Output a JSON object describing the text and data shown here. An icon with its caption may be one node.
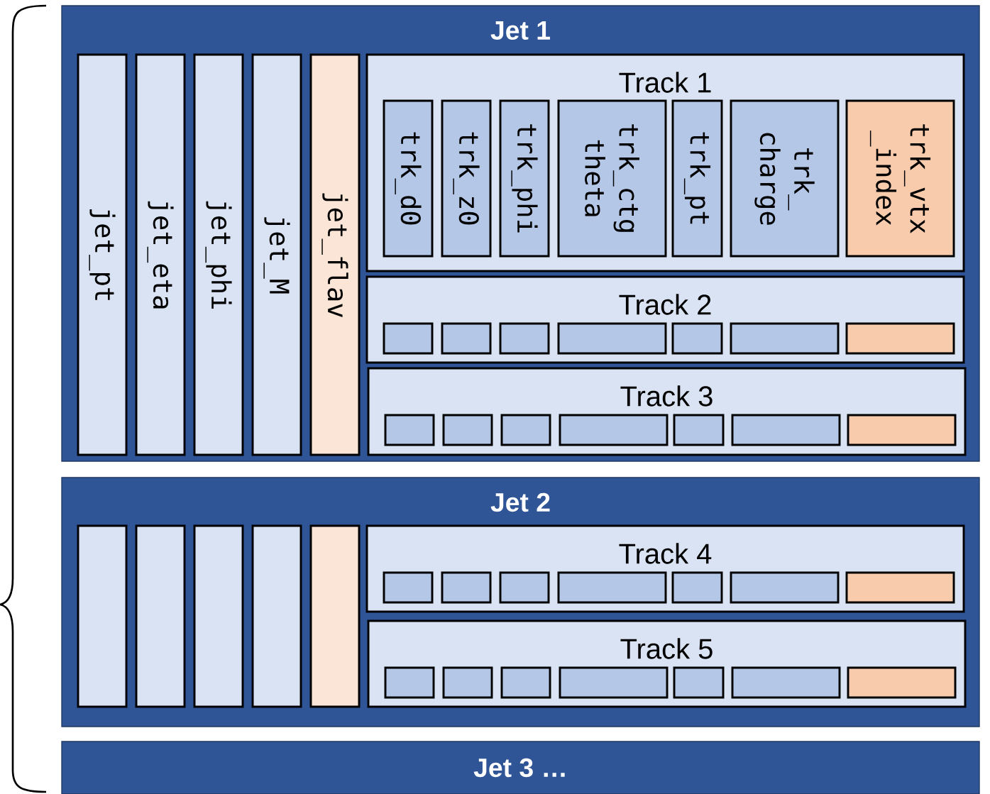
{
  "diagram": {
    "nodes": [
      {
        "text": [
          "Jet 1"
        ]
      },
      {
        "text": [
          "jet_pt"
        ],
        "in": 0
      },
      {
        "text": [
          "jet_eta"
        ],
        "in": 0
      },
      {
        "text": [
          "jet_phi"
        ],
        "in": 0
      },
      {
        "text": [
          "jet_M"
        ],
        "in": 0
      },
      {
        "text": [
          "jet_flav"
        ],
        "in": 0
      },
      {
        "text": [
          "Track 1"
        ],
        "in": 0
      },
      {
        "text": [
          "trk_d0"
        ],
        "in": 6
      },
      {
        "text": [
          "trk_z0"
        ],
        "in": 6
      },
      {
        "text": [
          "trk_phi"
        ],
        "in": 6
      },
      {
        "text": [
          "trk_ctg theta"
        ],
        "in": 6
      },
      {
        "text": [
          "trk_pt"
        ],
        "in": 6
      },
      {
        "text": [
          "trk_ charge"
        ],
        "in": 6
      },
      {
        "text": [
          "trk_vtx _index"
        ],
        "in": 6
      },
      {
        "text": [
          "Track 2"
        ],
        "in": 0
      },
      {
        "text": [],
        "shape": "box",
        "in": 14
      },
      {
        "text": [],
        "shape": "box",
        "in": 14
      },
      {
        "text": [],
        "shape": "box",
        "in": 14
      },
      {
        "text": [],
        "shape": "box",
        "in": 14
      },
      {
        "text": [],
        "shape": "box",
        "in": 14
      },
      {
        "text": [],
        "shape": "box",
        "in": 14
      },
      {
        "text": [],
        "shape": "box",
        "in": 14
      },
      {
        "text": [
          "Track 3"
        ],
        "in": 0
      },
      {
        "text": [],
        "shape": "box",
        "in": 22
      },
      {
        "text": [],
        "shape": "box",
        "in": 22
      },
      {
        "text": [],
        "shape": "box",
        "in": 22
      },
      {
        "text": [],
        "shape": "box",
        "in": 22
      },
      {
        "text": [],
        "shape": "box",
        "in": 22
      },
      {
        "text": [],
        "shape": "box",
        "in": 22
      },
      {
        "text": [],
        "shape": "box",
        "in": 22
      },
      {
        "text": [
          "Jet 2"
        ]
      },
      {
        "text": [],
        "shape": "box",
        "in": 30
      },
      {
        "text": [],
        "shape": "box",
        "in": 30
      },
      {
        "text": [],
        "shape": "box",
        "in": 30
      },
      {
        "text": [],
        "shape": "box",
        "in": 30
      },
      {
        "text": [],
        "shape": "box",
        "in": 30
      },
      {
        "text": [
          "Track 4"
        ],
        "in": 30
      },
      {
        "text": [],
        "shape": "box",
        "in": 36
      },
      {
        "text": [],
        "shape": "box",
        "in": 36
      },
      {
        "text": [],
        "shape": "box",
        "in": 36
      },
      {
        "text": [],
        "shape": "box",
        "in": 36
      },
      {
        "text": [],
        "shape": "box",
        "in": 36
      },
      {
        "text": [],
        "shape": "box",
        "in": 36
      },
      {
        "text": [],
        "shape": "box",
        "in": 36
      },
      {
        "text": [
          "Track 5"
        ],
        "in": 30
      },
      {
        "text": [],
        "shape": "box",
        "in": 44
      },
      {
        "text": [],
        "shape": "box",
        "in": 44
      },
      {
        "text": [],
        "shape": "box",
        "in": 44
      },
      {
        "text": [],
        "shape": "box",
        "in": 44
      },
      {
        "text": [],
        "shape": "box",
        "in": 44
      },
      {
        "text": [],
        "shape": "box",
        "in": 44
      },
      {
        "text": [],
        "shape": "box",
        "in": 44
      },
      {
        "text": [
          "Jet 3 …"
        ]
      }
    ]
  }
}
